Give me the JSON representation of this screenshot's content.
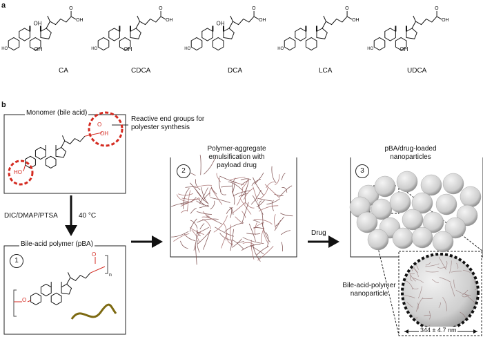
{
  "panel_a": {
    "letter": "a",
    "molecules": [
      {
        "name": "CA",
        "oh": [
          "OH",
          "OH",
          "HO"
        ]
      },
      {
        "name": "CDCA",
        "oh": [
          "OH",
          "HO"
        ]
      },
      {
        "name": "DCA",
        "oh": [
          "OH",
          "HO"
        ]
      },
      {
        "name": "LCA",
        "oh": [
          "HO"
        ]
      },
      {
        "name": "UDCA",
        "oh": [
          "OH",
          "HO"
        ]
      }
    ],
    "acid_label": "OH",
    "carbonyl_label": "O"
  },
  "panel_b": {
    "letter": "b",
    "monomer_title": "Monomer (bile acid)",
    "reactive_note_line1": "Reactive end groups for",
    "reactive_note_line2": "polyester synthesis",
    "ho_label": "HO",
    "oh_label": "OH",
    "o_label": "O",
    "reagents": "DIC/DMAP/PTSA",
    "temperature": "40 °C",
    "polymer_title": "Bile-acid polymer (pBA)",
    "polymer_o": "O",
    "subscript_n": "n",
    "step1": "1",
    "step2": "2",
    "step3": "3",
    "emulsion_line1": "Polymer-aggregate",
    "emulsion_line2": "emulsification with",
    "emulsion_line3": "payload drug",
    "drug_label": "Drug",
    "nano_line1": "pBA/drug-loaded",
    "nano_line2": "nanoparticles",
    "np_label_line1": "Bile-acid-polymer",
    "np_label_line2": "nanoparticle",
    "size_label": "344 ± 4.7 nm"
  },
  "colors": {
    "red": "#d42a20",
    "olive": "#7d6a12",
    "fiber": "#7a4a4a",
    "sphere": "#d8d8d8"
  }
}
